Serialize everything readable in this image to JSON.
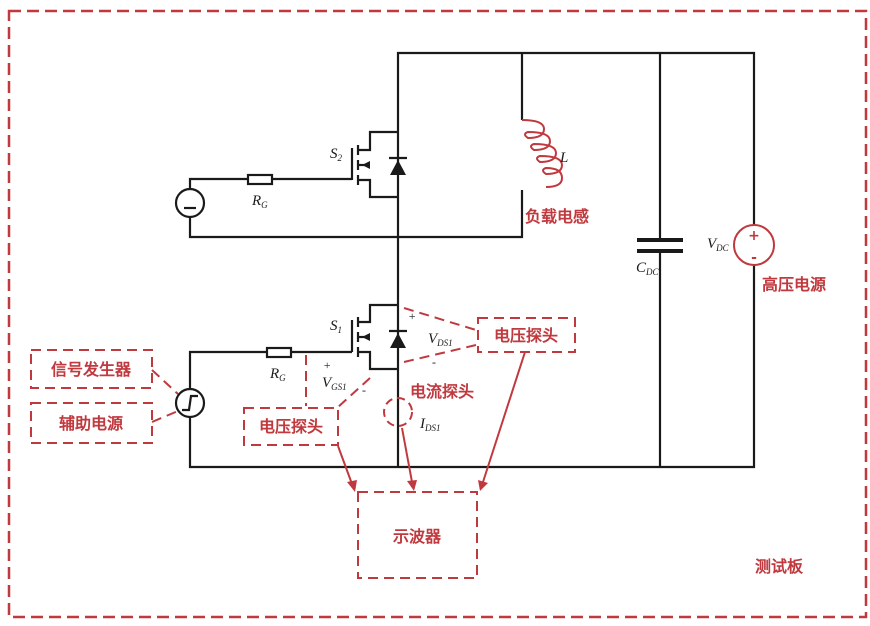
{
  "components": {
    "s2": {
      "main": "S",
      "sub": "2"
    },
    "rg2": {
      "main": "R",
      "sub": "G"
    },
    "s1": {
      "main": "S",
      "sub": "1"
    },
    "rg1": {
      "main": "R",
      "sub": "G"
    },
    "vgs1": {
      "main": "V",
      "sub": "GS1"
    },
    "vds1": {
      "main": "V",
      "sub": "DS1"
    },
    "ids1": {
      "main": "I",
      "sub": "DS1"
    },
    "inductor": {
      "main": "L"
    },
    "cdc": {
      "main": "C",
      "sub": "DC"
    },
    "vdc": {
      "main": "V",
      "sub": "DC"
    },
    "plus": "+",
    "minus": "-"
  },
  "annotations": {
    "load_inductor": "负载电感",
    "hv_supply": "高压电源",
    "signal_generator": "信号发生器",
    "aux_supply": "辅助电源",
    "voltage_probe_ds": "电压探头",
    "voltage_probe_gs": "电压探头",
    "current_probe": "电流探头",
    "oscilloscope": "示波器",
    "test_board": "测试板"
  },
  "colors": {
    "annotation": "#c0393e",
    "wire": "#1a1a1a"
  }
}
